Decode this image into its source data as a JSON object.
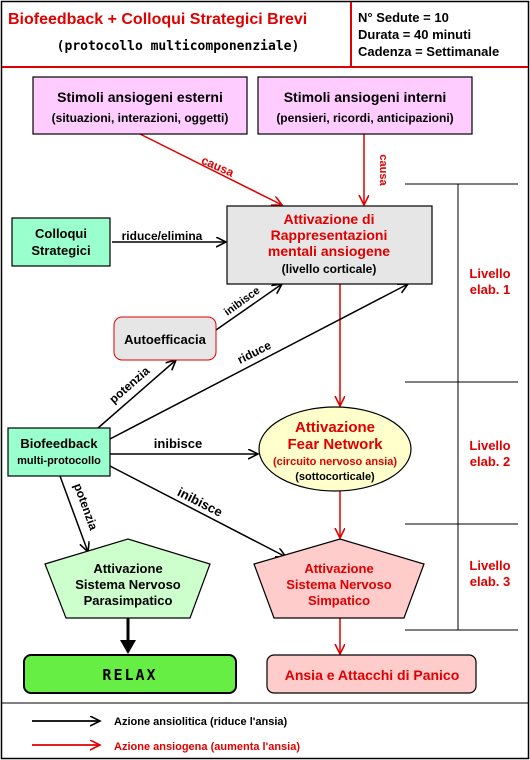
{
  "header": {
    "title": "Biofeedback + Colloqui Strategici Brevi",
    "subtitle": "(protocollo multicomponenziale)",
    "info_line1": "N° Sedute = 10",
    "info_line2": "Durata = 40 minuti",
    "info_line3": "Cadenza = Settimanale"
  },
  "nodes": {
    "external_title": "Stimoli ansiogeni esterni",
    "external_sub": "(situazioni, interazioni, oggetti)",
    "internal_title": "Stimoli ansiogeni interni",
    "internal_sub": "(pensieri, ricordi, anticipazioni)",
    "colloqui_line1": "Colloqui",
    "colloqui_line2": "Strategici",
    "activation_line1": "Attivazione di",
    "activation_line2": "Rappresentazioni",
    "activation_line3": "mentali ansiogene",
    "activation_line4": "(livello corticale)",
    "autoefficacia": "Autoefficacia",
    "fear_line1": "Attivazione",
    "fear_line2": "Fear Network",
    "fear_line3": "(circuito nervoso ansia)",
    "fear_line4": "(sottocorticale)",
    "biofeedback_line1": "Biofeedback",
    "biofeedback_line2": "multi-protocollo",
    "para_line1": "Attivazione",
    "para_line2": "Sistema Nervoso",
    "para_line3": "Parasimpatico",
    "simp_line1": "Attivazione",
    "simp_line2": "Sistema Nervoso",
    "simp_line3": "Simpatico",
    "relax": "RELAX",
    "panic": "Ansia e Attacchi di Panico"
  },
  "edges": {
    "causa_left": "causa",
    "causa_right": "causa",
    "riduce_elimina": "riduce/elimina",
    "inibisce_auto": "inibisce",
    "riduce": "riduce",
    "potenzia_auto": "potenzia",
    "inibisce_fear": "inibisce",
    "inibisce_simp": "inibisce",
    "potenzia_para": "potenzia"
  },
  "levels": {
    "level1_line1": "Livello",
    "level1_line2": "elab. 1",
    "level2_line1": "Livello",
    "level2_line2": "elab. 2",
    "level3_line1": "Livello",
    "level3_line2": "elab. 3"
  },
  "legend": {
    "black": "Azione ansiolitica (riduce l'ansia)",
    "red": "Azione ansiogena (aumenta l'ansia)"
  },
  "colors": {
    "red": "#e00000",
    "black": "#000000",
    "magenta_fill": "#ffccff",
    "gray_fill": "#e6e6e6",
    "teal_fill": "#99ffcc",
    "yellow_fill": "#ffffcc",
    "pink_fill": "#ffcccc",
    "mint_fill": "#ccffcc",
    "green_fill": "#66ee44"
  }
}
